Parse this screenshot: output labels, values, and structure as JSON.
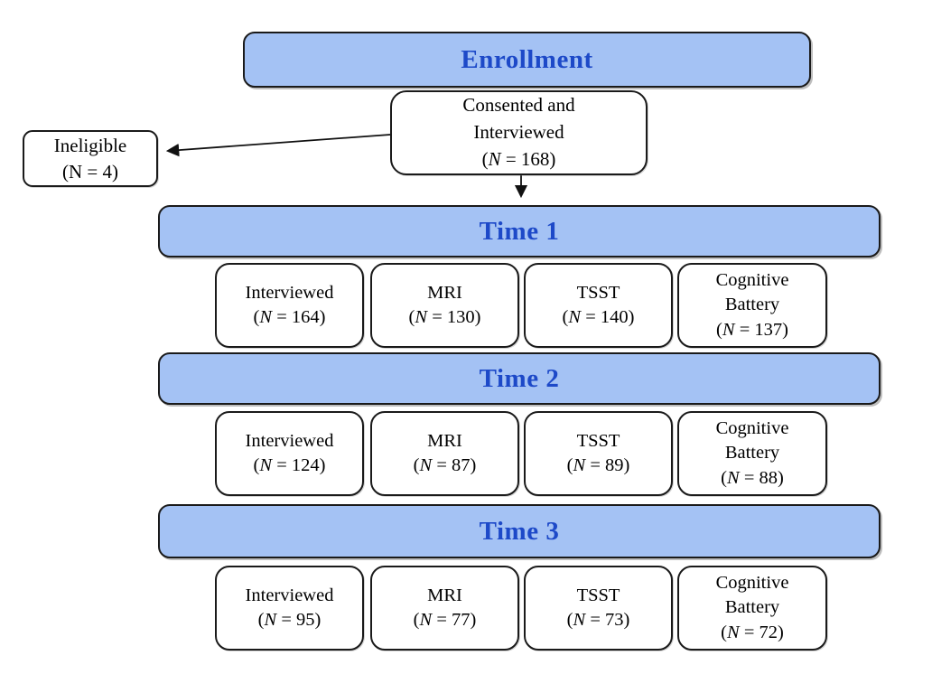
{
  "palette": {
    "bar_fill": "#a4c2f4",
    "header_text": "#1d49c8",
    "border": "#1a1a1a",
    "box_text": "#000000",
    "background": "#ffffff"
  },
  "common": {
    "open_paren": "(",
    "n_symbol": "N",
    "equals": " = ",
    "close_paren": ")"
  },
  "enrollment_bar": {
    "label": "Enrollment"
  },
  "consented_box": {
    "line1": "Consented and",
    "line2": "Interviewed",
    "n_value": "168"
  },
  "ineligible_box": {
    "title": "Ineligible",
    "n_label": "(N = 4)"
  },
  "sections": [
    {
      "label": "Time 1",
      "boxes": [
        {
          "title": "Interviewed",
          "n_value": "164"
        },
        {
          "title": "MRI",
          "n_value": "130"
        },
        {
          "title": "TSST",
          "n_value": "140"
        },
        {
          "title": "Cognitive Battery",
          "n_value": "137"
        }
      ]
    },
    {
      "label": "Time 2",
      "boxes": [
        {
          "title": "Interviewed",
          "n_value": "124"
        },
        {
          "title": "MRI",
          "n_value": "87"
        },
        {
          "title": "TSST",
          "n_value": "89"
        },
        {
          "title": "Cognitive Battery",
          "n_value": "88"
        }
      ]
    },
    {
      "label": "Time 3",
      "boxes": [
        {
          "title": "Interviewed",
          "n_value": "95"
        },
        {
          "title": "MRI",
          "n_value": "77"
        },
        {
          "title": "TSST",
          "n_value": "73"
        },
        {
          "title": "Cognitive Battery",
          "n_value": "72"
        }
      ]
    }
  ]
}
